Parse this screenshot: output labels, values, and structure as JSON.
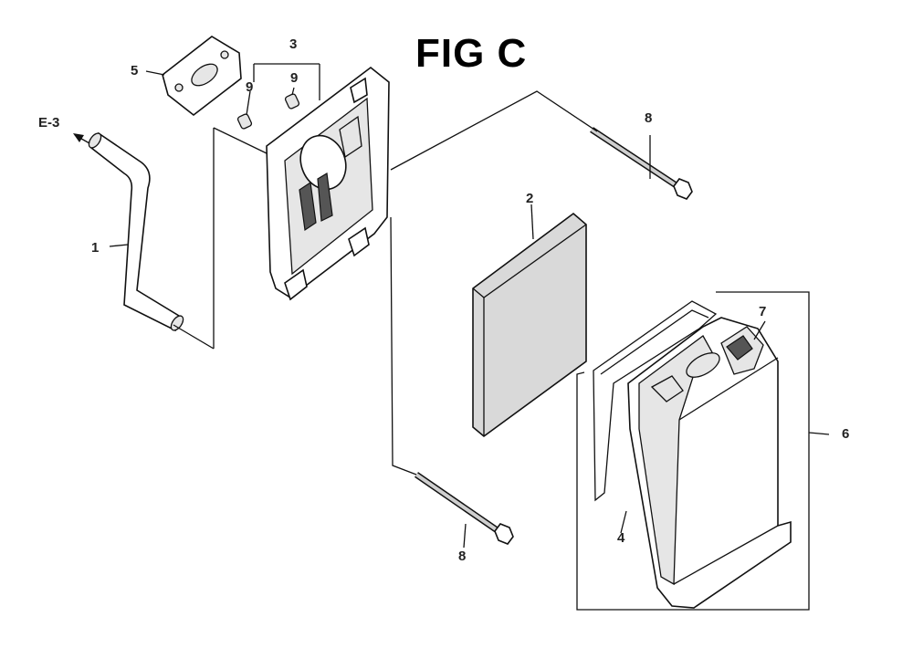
{
  "figure": {
    "title": "FIG C"
  },
  "callouts": {
    "ref_e3": "E-3",
    "p1": "1",
    "p2": "2",
    "p3": "3",
    "p4": "4",
    "p5": "5",
    "p6": "6",
    "p7": "7",
    "p8_top": "8",
    "p8_bottom": "8",
    "p9_left": "9",
    "p9_right": "9"
  }
}
